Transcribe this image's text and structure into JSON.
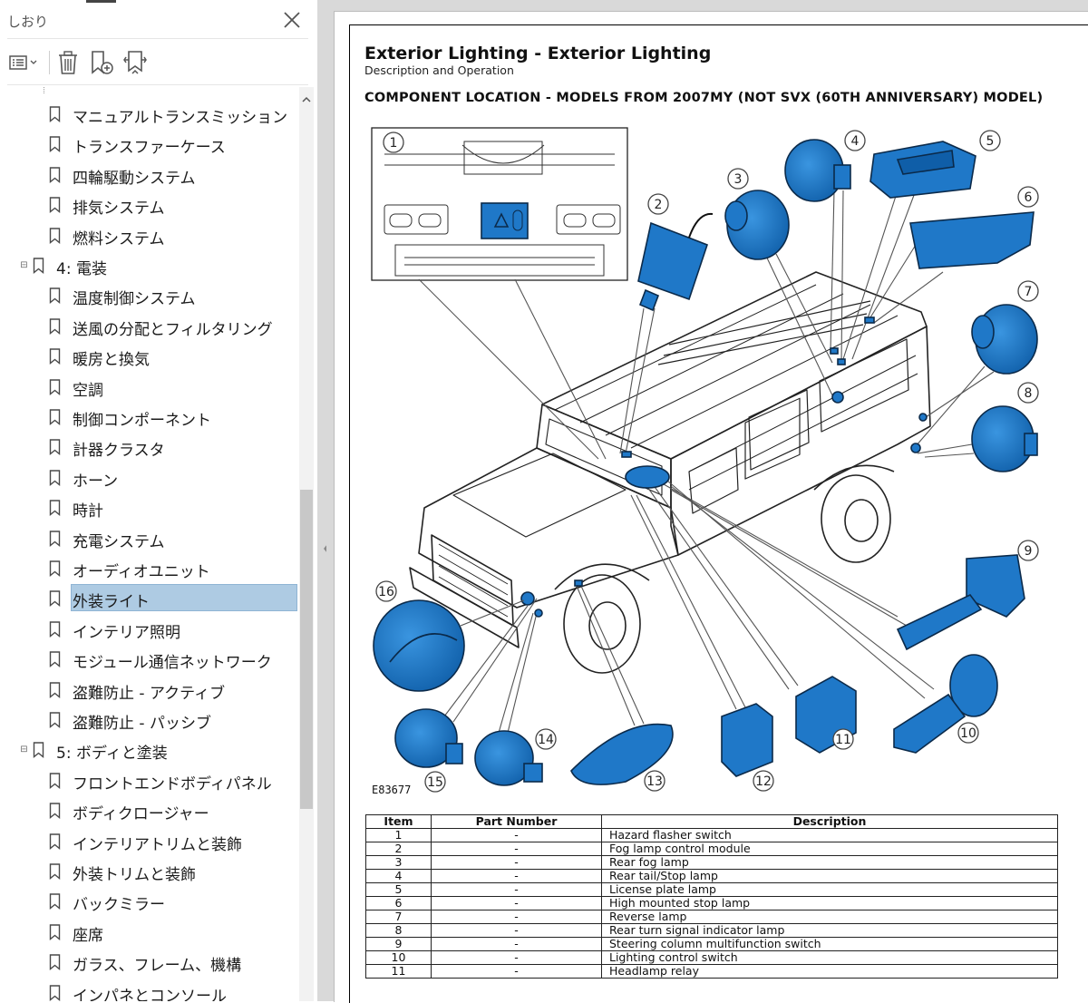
{
  "bookmarks_panel": {
    "title": "しおり",
    "items": [
      {
        "label": "マニュアルトランスミッション",
        "level": "child"
      },
      {
        "label": "トランスファーケース",
        "level": "child"
      },
      {
        "label": "四輪駆動システム",
        "level": "child"
      },
      {
        "label": "排気システム",
        "level": "child"
      },
      {
        "label": "燃料システム",
        "level": "child"
      },
      {
        "label": "4: 電装",
        "level": "parent",
        "expanded": true
      },
      {
        "label": "温度制御システム",
        "level": "child"
      },
      {
        "label": "送風の分配とフィルタリング",
        "level": "child"
      },
      {
        "label": "暖房と換気",
        "level": "child"
      },
      {
        "label": "空調",
        "level": "child"
      },
      {
        "label": "制御コンポーネント",
        "level": "child"
      },
      {
        "label": "計器クラスタ",
        "level": "child"
      },
      {
        "label": "ホーン",
        "level": "child"
      },
      {
        "label": "時計",
        "level": "child"
      },
      {
        "label": "充電システム",
        "level": "child"
      },
      {
        "label": "オーディオユニット",
        "level": "child"
      },
      {
        "label": "外装ライト",
        "level": "child",
        "selected": true
      },
      {
        "label": "インテリア照明",
        "level": "child"
      },
      {
        "label": "モジュール通信ネットワーク",
        "level": "child"
      },
      {
        "label": "盗難防止 - アクティブ",
        "level": "child"
      },
      {
        "label": "盗難防止 - パッシブ",
        "level": "child"
      },
      {
        "label": "5: ボディと塗装",
        "level": "parent",
        "expanded": true
      },
      {
        "label": "フロントエンドボディパネル",
        "level": "child"
      },
      {
        "label": "ボディクロージャー",
        "level": "child"
      },
      {
        "label": "インテリアトリムと装飾",
        "level": "child"
      },
      {
        "label": "外装トリムと装飾",
        "level": "child"
      },
      {
        "label": "バックミラー",
        "level": "child"
      },
      {
        "label": "座席",
        "level": "child"
      },
      {
        "label": "ガラス、フレーム、機構",
        "level": "child"
      },
      {
        "label": "インパネとコンソール",
        "level": "child"
      }
    ],
    "toolbar_icons": [
      "options-menu-icon",
      "delete-bookmark-icon",
      "new-bookmark-icon",
      "expand-bookmark-icon"
    ]
  },
  "document": {
    "title": "Exterior Lighting - Exterior Lighting",
    "subtitle": "Description and Operation",
    "heading": "COMPONENT LOCATION - MODELS FROM 2007MY (NOT SVX (60TH ANNIVERSARY) MODEL)",
    "figure_code": "E83677",
    "callouts": [
      "1",
      "2",
      "3",
      "4",
      "5",
      "6",
      "7",
      "8",
      "9",
      "10",
      "11",
      "12",
      "13",
      "14",
      "15",
      "16"
    ],
    "table": {
      "headers": [
        "Item",
        "Part Number",
        "Description"
      ],
      "rows": [
        [
          "1",
          "-",
          "Hazard flasher switch"
        ],
        [
          "2",
          "-",
          "Fog lamp control module"
        ],
        [
          "3",
          "-",
          "Rear fog lamp"
        ],
        [
          "4",
          "-",
          "Rear tail/Stop lamp"
        ],
        [
          "5",
          "-",
          "License plate lamp"
        ],
        [
          "6",
          "-",
          "High mounted stop lamp"
        ],
        [
          "7",
          "-",
          "Reverse lamp"
        ],
        [
          "8",
          "-",
          "Rear turn signal indicator lamp"
        ],
        [
          "9",
          "-",
          "Steering column multifunction switch"
        ],
        [
          "10",
          "-",
          "Lighting control switch"
        ],
        [
          "11",
          "-",
          "Headlamp relay"
        ]
      ]
    }
  },
  "colors": {
    "component_blue": "#1f78c8",
    "component_outline": "#0b2a4a",
    "selection": "#aecbe3",
    "panel_bg": "#ffffff",
    "doc_bg": "#d9d9d9"
  }
}
